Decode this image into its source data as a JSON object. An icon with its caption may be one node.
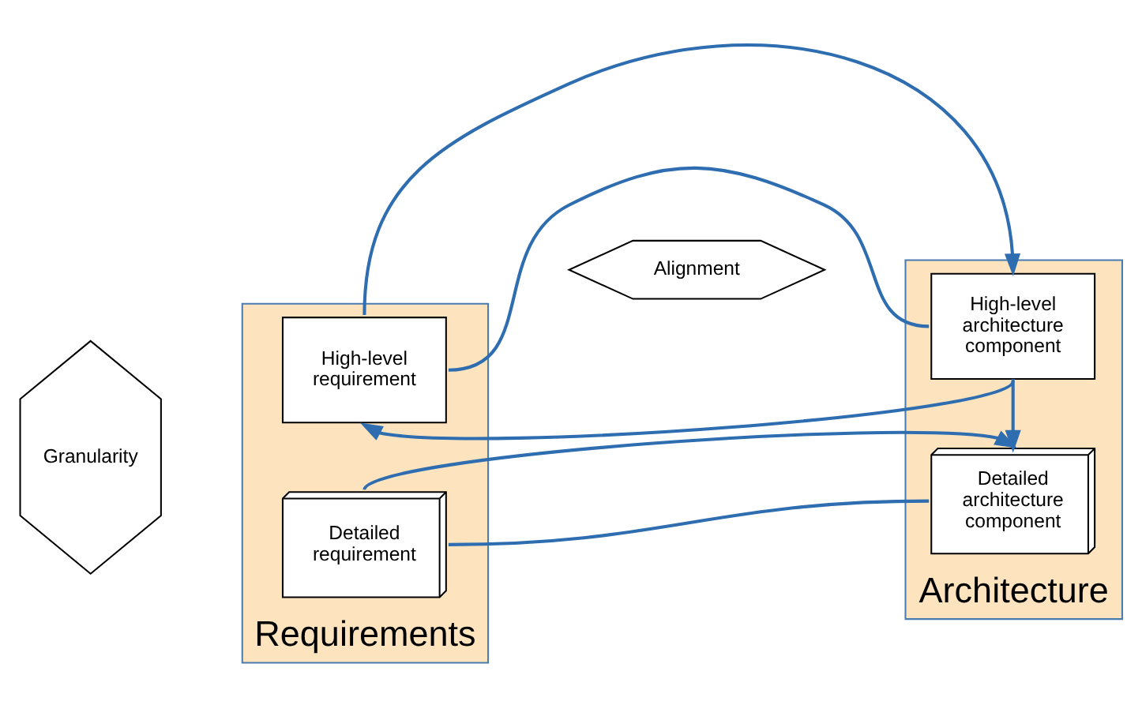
{
  "diagram": {
    "nodes": [
      {
        "text": [
          "Requirements"
        ]
      },
      {
        "text": [
          "High-level requirement"
        ],
        "in": 0
      },
      {
        "text": [
          "Detailed requirement"
        ],
        "in": 0
      },
      {
        "text": [
          "Architecture"
        ]
      },
      {
        "text": [
          "High-level architecture component"
        ],
        "in": 3
      },
      {
        "text": [
          "Detailed architecture component"
        ],
        "in": 3
      },
      {
        "text": [
          "Alignment"
        ]
      },
      {
        "text": [
          "Granularity"
        ]
      }
    ],
    "edges": [
      {
        "from": 1,
        "to": 4,
        "arrow": "to"
      },
      {
        "from": 1,
        "to": 4,
        "arrow": "none"
      },
      {
        "from": 4,
        "to": 1,
        "arrow": "to"
      },
      {
        "from": 4,
        "to": 5,
        "arrow": "to"
      },
      {
        "from": 2,
        "to": 5,
        "arrow": "to"
      },
      {
        "from": 5,
        "to": 2,
        "arrow": "none"
      }
    ]
  }
}
